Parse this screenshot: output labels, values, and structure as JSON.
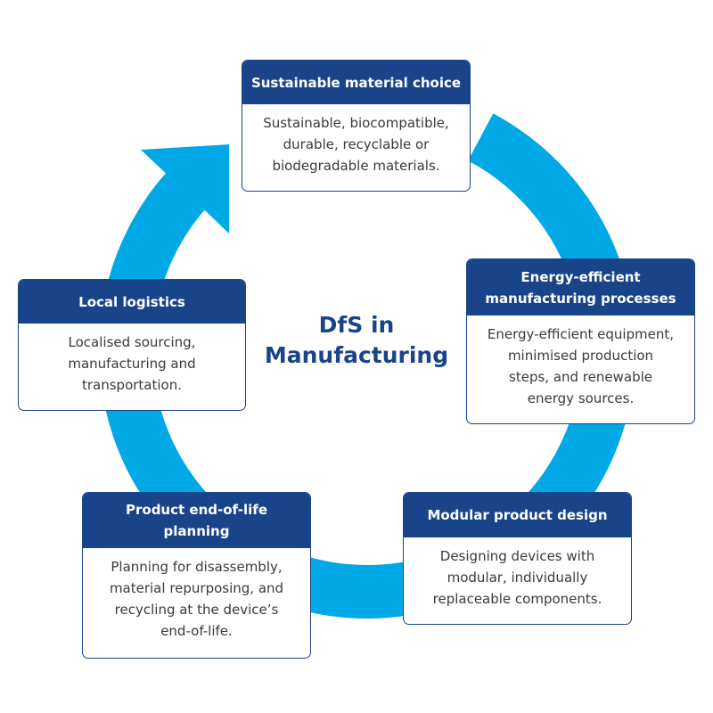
{
  "colors": {
    "ring": "#00a9e6",
    "header": "#1a4489",
    "border": "#1a4489",
    "body_text": "#3a3a3a",
    "title": "#1a4489"
  },
  "center": {
    "title": "DfS in\nManufacturing"
  },
  "steps": [
    {
      "title": "Sustainable material choice",
      "body": "Sustainable, biocompatible,\ndurable, recyclable or\nbiodegradable materials."
    },
    {
      "title": "Energy-efficient\nmanufacturing processes",
      "body": "Energy-efficient equipment,\nminimised production\nsteps, and renewable\nenergy sources."
    },
    {
      "title": "Modular product design",
      "body": "Designing devices with\nmodular, individually\nreplaceable components."
    },
    {
      "title": "Product end-of-life\nplanning",
      "body": "Planning for disassembly,\nmaterial repurposing, and\nrecycling at the device’s\nend-of-life."
    },
    {
      "title": "Local logistics",
      "body": "Localised sourcing,\nmanufacturing and\ntransportation."
    }
  ],
  "cycle_direction": "clockwise",
  "arrow_icon": "curved-arrow-up-right"
}
